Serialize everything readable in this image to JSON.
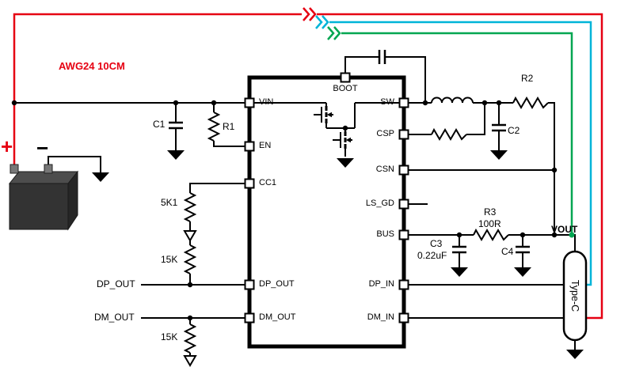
{
  "schematic": {
    "cable_label": "AWG24 10CM",
    "battery": {
      "plus_label": "+",
      "minus_label": "−"
    },
    "ic": {
      "pins": {
        "boot": "BOOT",
        "vin": "VIN",
        "en": "EN",
        "cc1": "CC1",
        "dp_out": "DP_OUT",
        "dm_out": "DM_OUT",
        "sw": "SW",
        "csp": "CSP",
        "csn": "CSN",
        "ls_gd": "LS_GD",
        "bus": "BUS",
        "dp_in": "DP_IN",
        "dm_in": "DM_IN"
      }
    },
    "components": {
      "c1": "C1",
      "r1": "R1",
      "r_cc1": "5K1",
      "r_dp": "15K",
      "r_dm": "15K",
      "c2": "C2",
      "r2": "R2",
      "r3": "R3",
      "r3_value": "100R",
      "c3": "C3",
      "c3_value": "0.22uF",
      "c4": "C4"
    },
    "nets": {
      "dp_out": "DP_OUT",
      "dm_out": "DM_OUT",
      "vout": "VOUT"
    },
    "connector_label": "Type-C",
    "colors": {
      "wire": "#000000",
      "vin_wire": "#e60012",
      "dp_wire": "#00b4d8",
      "vout_wire": "#00a651"
    }
  }
}
